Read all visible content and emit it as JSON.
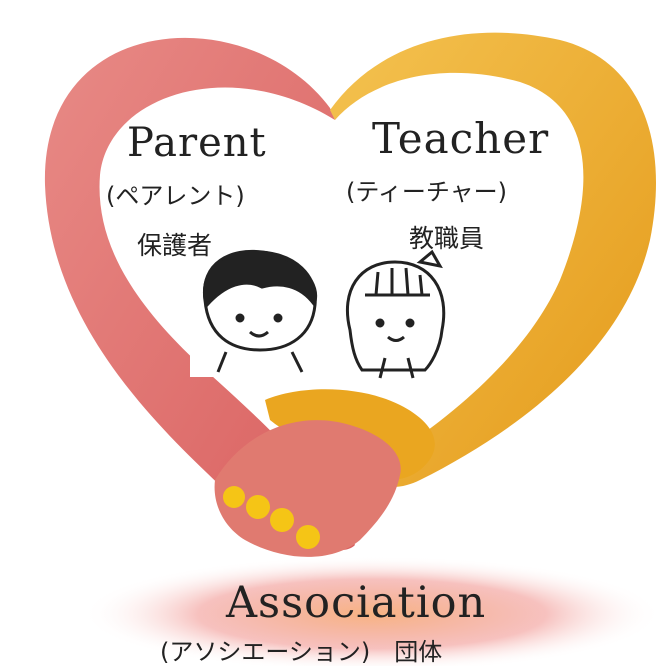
{
  "parent": {
    "title": "Parent",
    "reading": "(ペアレント)",
    "japanese": "保護者"
  },
  "teacher": {
    "title": "Teacher",
    "reading": "(ティーチャー)",
    "japanese": "教職員"
  },
  "association": {
    "title": "Association",
    "reading": "(アソシエーション)　団体"
  },
  "colors": {
    "heart_left": "#e47a78",
    "heart_right": "#efb02a",
    "fingertips": "#f2c418",
    "glow": "#f6a779",
    "text": "#222222"
  },
  "icons": [
    "heart-hands-illustration",
    "boy-face-icon",
    "girl-face-icon"
  ]
}
